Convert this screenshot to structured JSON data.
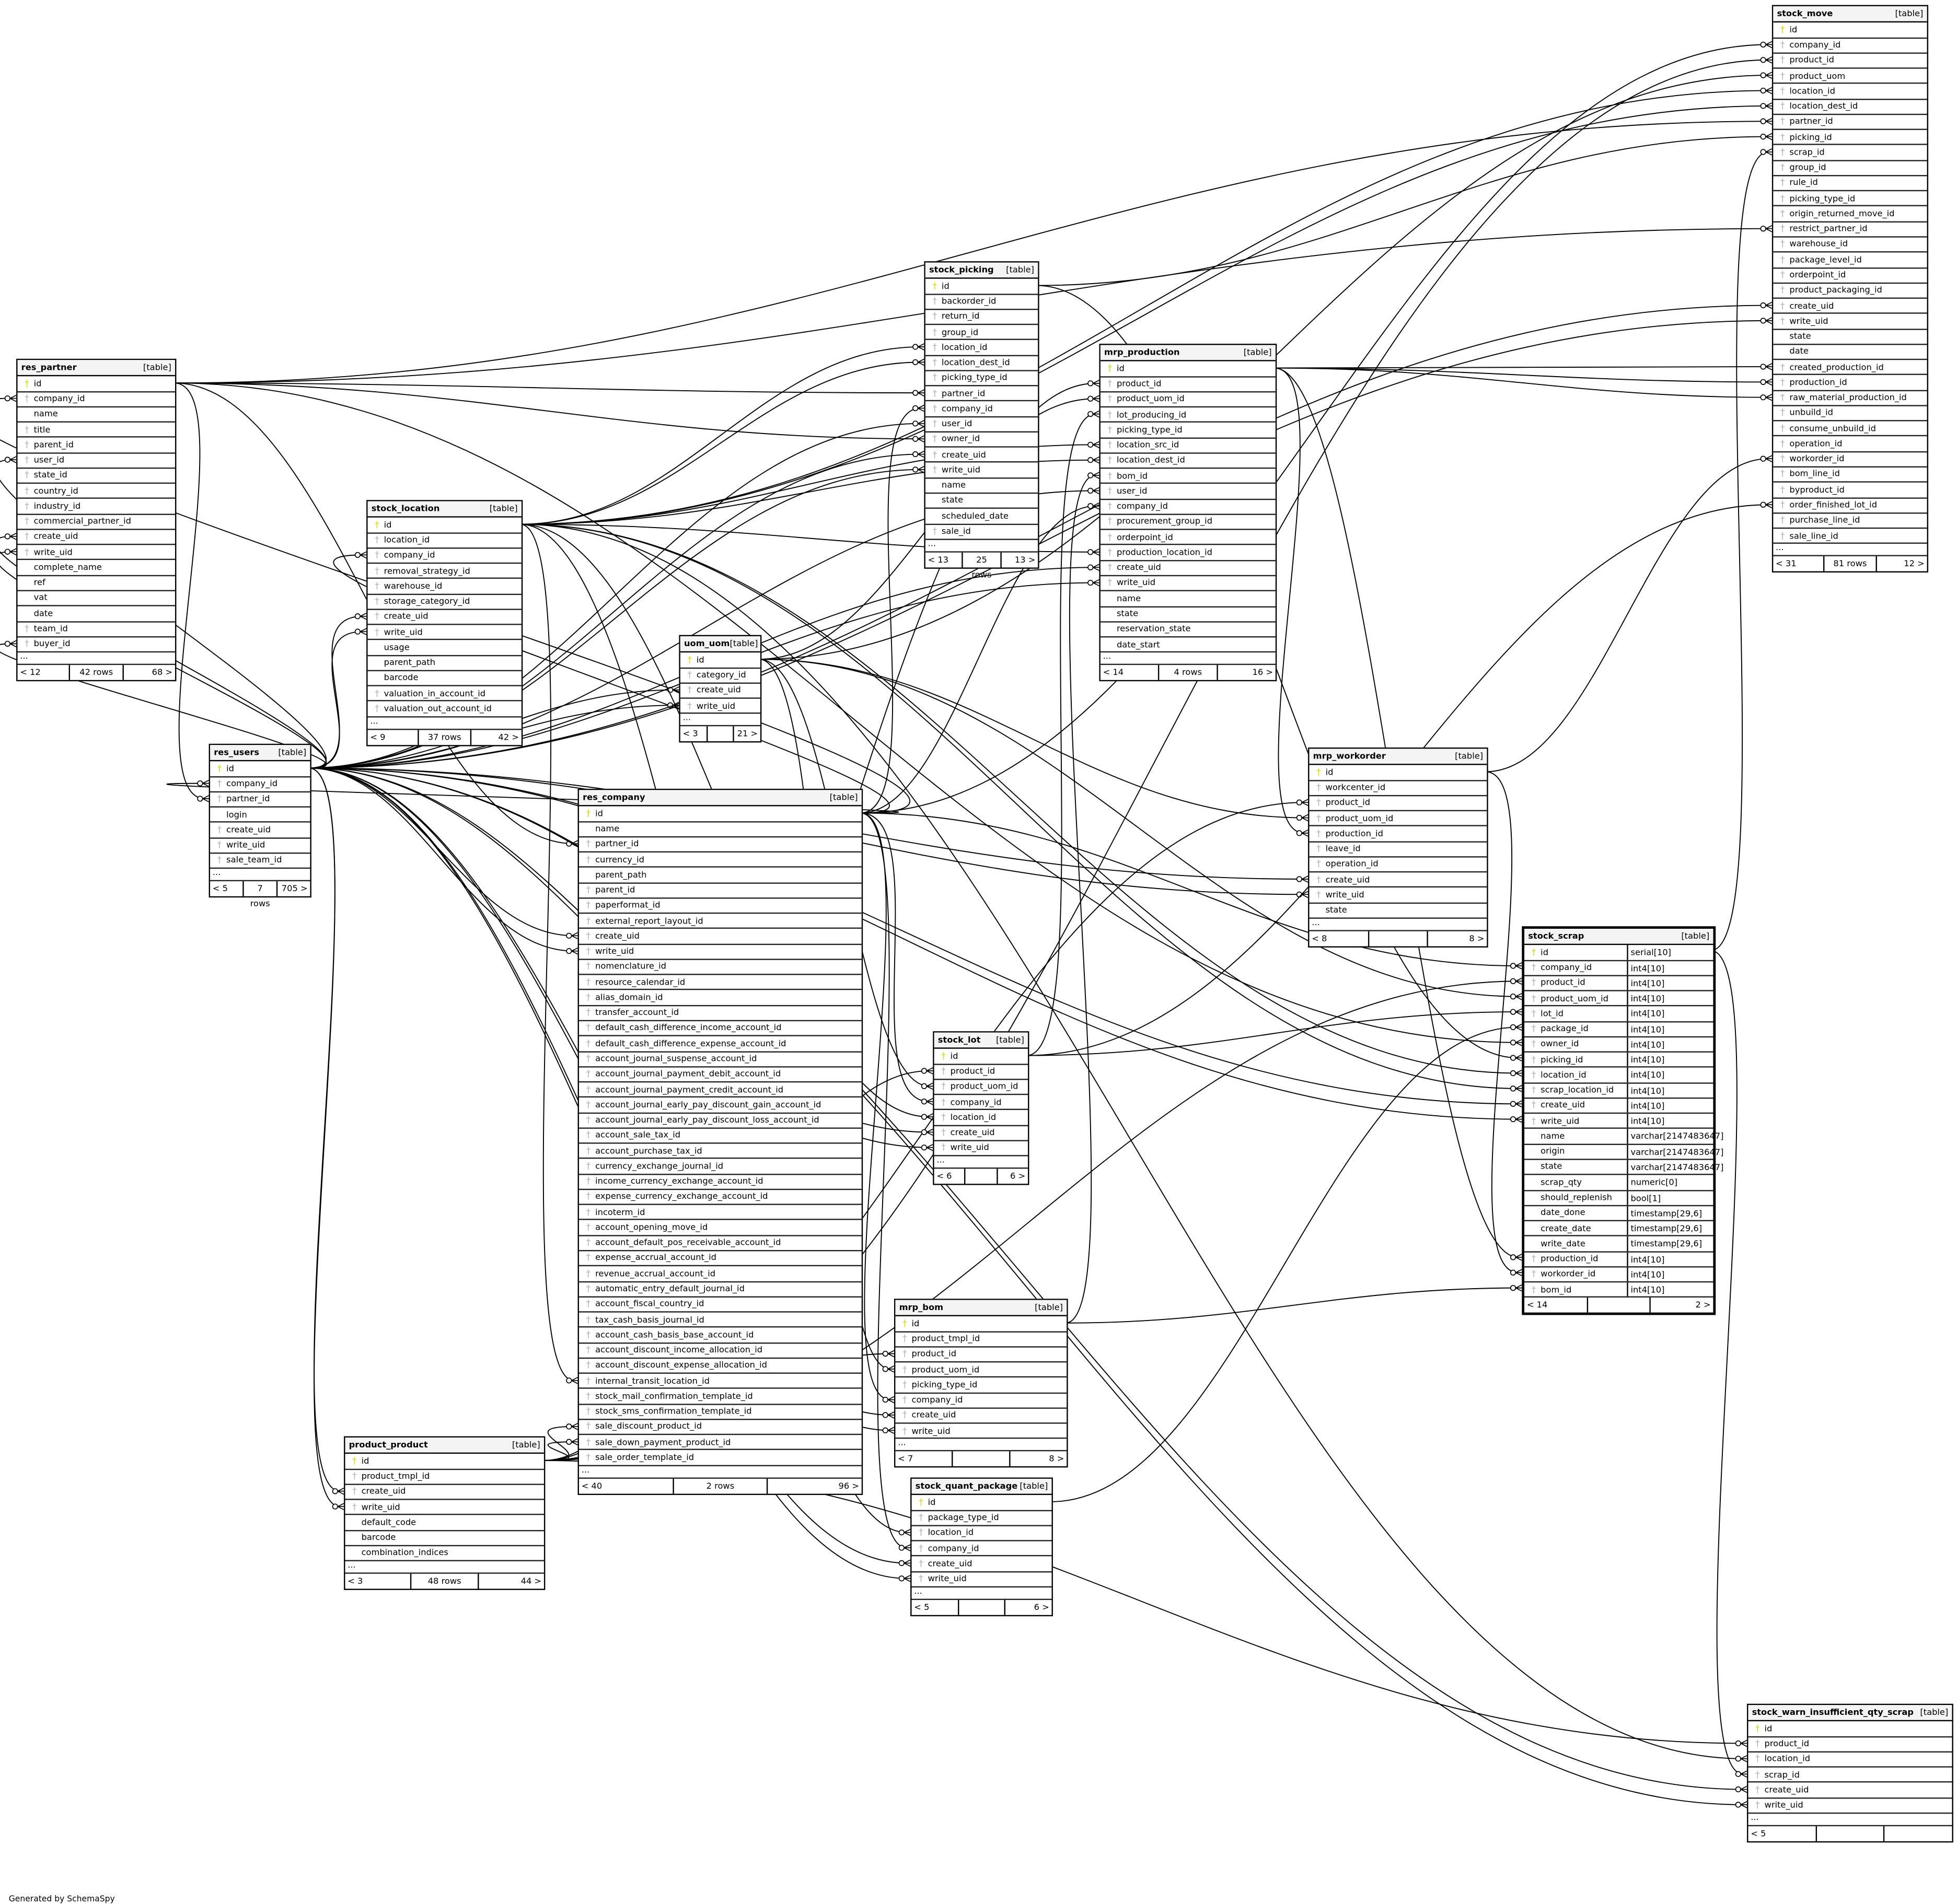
{
  "header_suffix": "[table]",
  "ellipsis": "...",
  "credit": "Generated by SchemaSpy",
  "colors": {
    "primary_key": "#d8d800",
    "foreign_key": "#b0b0b0",
    "header_bg": "#f4f4f4"
  },
  "tables": [
    {
      "name": "stock_move",
      "columns": [
        "id",
        "company_id",
        "product_id",
        "product_uom",
        "location_id",
        "location_dest_id",
        "partner_id",
        "picking_id",
        "scrap_id",
        "group_id",
        "rule_id",
        "picking_type_id",
        "origin_returned_move_id",
        "restrict_partner_id",
        "warehouse_id",
        "package_level_id",
        "orderpoint_id",
        "product_packaging_id",
        "create_uid",
        "write_uid",
        "state",
        "date",
        "created_production_id",
        "production_id",
        "raw_material_production_id",
        "unbuild_id",
        "consume_unbuild_id",
        "operation_id",
        "workorder_id",
        "bom_line_id",
        "byproduct_id",
        "order_finished_lot_id",
        "purchase_line_id",
        "sale_line_id"
      ],
      "footer": [
        "< 31",
        "81 rows",
        "12 >"
      ]
    },
    {
      "name": "stock_picking",
      "columns": [
        "id",
        "backorder_id",
        "return_id",
        "group_id",
        "location_id",
        "location_dest_id",
        "picking_type_id",
        "partner_id",
        "company_id",
        "user_id",
        "owner_id",
        "create_uid",
        "write_uid",
        "name",
        "state",
        "scheduled_date",
        "sale_id"
      ],
      "footer": [
        "< 13",
        "25 rows",
        "13 >"
      ]
    },
    {
      "name": "mrp_production",
      "columns": [
        "id",
        "product_id",
        "product_uom_id",
        "lot_producing_id",
        "picking_type_id",
        "location_src_id",
        "location_dest_id",
        "bom_id",
        "user_id",
        "company_id",
        "procurement_group_id",
        "orderpoint_id",
        "production_location_id",
        "create_uid",
        "write_uid",
        "name",
        "state",
        "reservation_state",
        "date_start"
      ],
      "footer": [
        "< 14",
        "4 rows",
        "16 >"
      ]
    },
    {
      "name": "res_partner",
      "columns": [
        "id",
        "company_id",
        "name",
        "title",
        "parent_id",
        "user_id",
        "state_id",
        "country_id",
        "industry_id",
        "commercial_partner_id",
        "create_uid",
        "write_uid",
        "complete_name",
        "ref",
        "vat",
        "date",
        "team_id",
        "buyer_id"
      ],
      "footer": [
        "< 12",
        "42 rows",
        "68 >"
      ]
    },
    {
      "name": "stock_location",
      "columns": [
        "id",
        "location_id",
        "company_id",
        "removal_strategy_id",
        "warehouse_id",
        "storage_category_id",
        "create_uid",
        "write_uid",
        "usage",
        "parent_path",
        "barcode",
        "valuation_in_account_id",
        "valuation_out_account_id"
      ],
      "footer": [
        "< 9",
        "37 rows",
        "42 >"
      ]
    },
    {
      "name": "uom_uom",
      "columns": [
        "id",
        "category_id",
        "create_uid",
        "write_uid"
      ],
      "footer": [
        "< 3",
        "",
        "21 >"
      ]
    },
    {
      "name": "res_users",
      "columns": [
        "id",
        "company_id",
        "partner_id",
        "login",
        "create_uid",
        "write_uid",
        "sale_team_id"
      ],
      "footer": [
        "< 5",
        "7 rows",
        "705 >"
      ]
    },
    {
      "name": "mrp_workorder",
      "columns": [
        "id",
        "workcenter_id",
        "product_id",
        "product_uom_id",
        "production_id",
        "leave_id",
        "operation_id",
        "create_uid",
        "write_uid",
        "state"
      ],
      "footer": [
        "< 8",
        "",
        "8 >"
      ]
    },
    {
      "name": "res_company",
      "columns": [
        "id",
        "name",
        "partner_id",
        "currency_id",
        "parent_path",
        "parent_id",
        "paperformat_id",
        "external_report_layout_id",
        "create_uid",
        "write_uid",
        "nomenclature_id",
        "resource_calendar_id",
        "alias_domain_id",
        "transfer_account_id",
        "default_cash_difference_income_account_id",
        "default_cash_difference_expense_account_id",
        "account_journal_suspense_account_id",
        "account_journal_payment_debit_account_id",
        "account_journal_payment_credit_account_id",
        "account_journal_early_pay_discount_gain_account_id",
        "account_journal_early_pay_discount_loss_account_id",
        "account_sale_tax_id",
        "account_purchase_tax_id",
        "currency_exchange_journal_id",
        "income_currency_exchange_account_id",
        "expense_currency_exchange_account_id",
        "incoterm_id",
        "account_opening_move_id",
        "account_default_pos_receivable_account_id",
        "expense_accrual_account_id",
        "revenue_accrual_account_id",
        "automatic_entry_default_journal_id",
        "account_fiscal_country_id",
        "tax_cash_basis_journal_id",
        "account_cash_basis_base_account_id",
        "account_discount_income_allocation_id",
        "account_discount_expense_allocation_id",
        "internal_transit_location_id",
        "stock_mail_confirmation_template_id",
        "stock_sms_confirmation_template_id",
        "sale_discount_product_id",
        "sale_down_payment_product_id",
        "sale_order_template_id"
      ],
      "footer": [
        "< 40",
        "2 rows",
        "96 >"
      ]
    },
    {
      "name": "stock_scrap",
      "focus": true,
      "columns": [
        "id",
        "company_id",
        "product_id",
        "product_uom_id",
        "lot_id",
        "package_id",
        "owner_id",
        "picking_id",
        "location_id",
        "scrap_location_id",
        "create_uid",
        "write_uid",
        "name",
        "origin",
        "state",
        "scrap_qty",
        "should_replenish",
        "date_done",
        "create_date",
        "write_date",
        "production_id",
        "workorder_id",
        "bom_id"
      ],
      "types": [
        "serial[10]",
        "int4[10]",
        "int4[10]",
        "int4[10]",
        "int4[10]",
        "int4[10]",
        "int4[10]",
        "int4[10]",
        "int4[10]",
        "int4[10]",
        "int4[10]",
        "int4[10]",
        "varchar[2147483647]",
        "varchar[2147483647]",
        "varchar[2147483647]",
        "numeric[0]",
        "bool[1]",
        "timestamp[29,6]",
        "timestamp[29,6]",
        "timestamp[29,6]",
        "int4[10]",
        "int4[10]",
        "int4[10]"
      ],
      "footer": [
        "< 14",
        "",
        "2 >"
      ]
    },
    {
      "name": "stock_lot",
      "columns": [
        "id",
        "product_id",
        "product_uom_id",
        "company_id",
        "location_id",
        "create_uid",
        "write_uid"
      ],
      "footer": [
        "< 6",
        "",
        "6 >"
      ]
    },
    {
      "name": "mrp_bom",
      "columns": [
        "id",
        "product_tmpl_id",
        "product_id",
        "product_uom_id",
        "picking_type_id",
        "company_id",
        "create_uid",
        "write_uid"
      ],
      "footer": [
        "< 7",
        "",
        "8 >"
      ]
    },
    {
      "name": "product_product",
      "columns": [
        "id",
        "product_tmpl_id",
        "create_uid",
        "write_uid",
        "default_code",
        "barcode",
        "combination_indices"
      ],
      "footer": [
        "< 3",
        "48 rows",
        "44 >"
      ]
    },
    {
      "name": "stock_quant_package",
      "columns": [
        "id",
        "package_type_id",
        "location_id",
        "company_id",
        "create_uid",
        "write_uid"
      ],
      "footer": [
        "< 5",
        "",
        "6 >"
      ]
    },
    {
      "name": "stock_warn_insufficient_qty_scrap",
      "columns": [
        "id",
        "product_id",
        "location_id",
        "scrap_id",
        "create_uid",
        "write_uid"
      ],
      "footer": [
        "< 5",
        "",
        ""
      ]
    }
  ]
}
